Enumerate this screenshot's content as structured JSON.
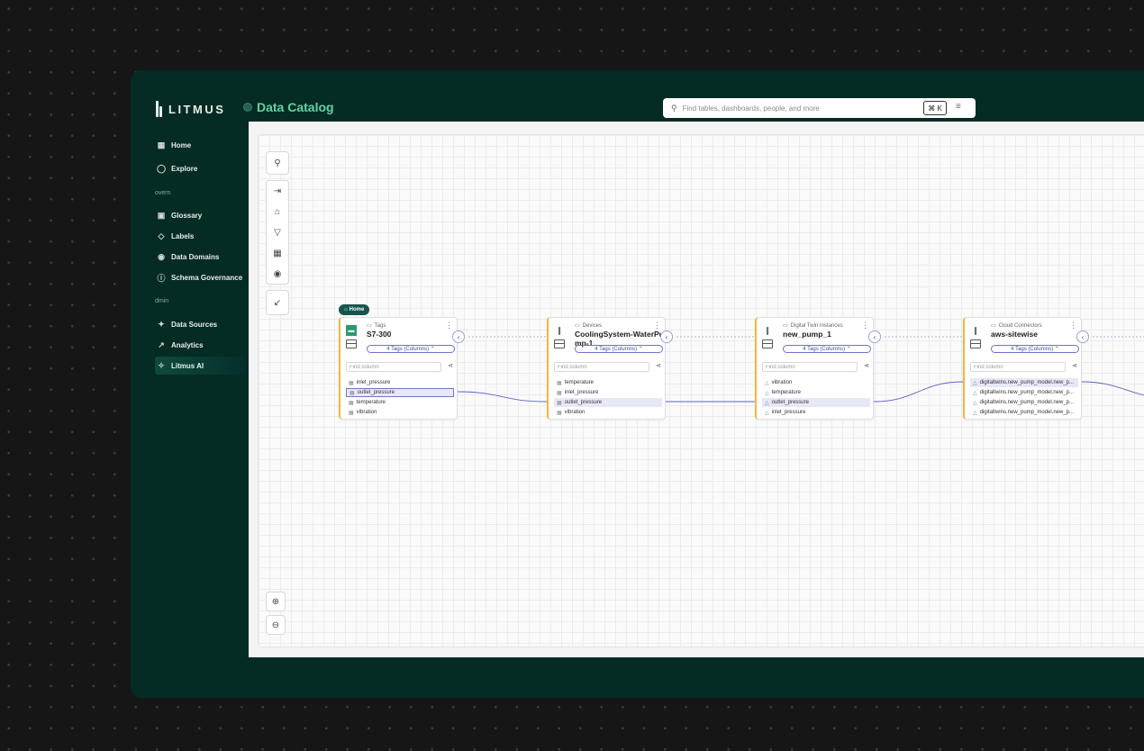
{
  "app": {
    "brand": "LITMUS",
    "page_title": "Data Catalog"
  },
  "search": {
    "placeholder": "Find tables, dashboards, people, and more",
    "shortcut": "⌘ K"
  },
  "sidebar": {
    "items": [
      {
        "label": "Home",
        "icon": "home-icon"
      },
      {
        "label": "Explore",
        "icon": "compass-icon"
      },
      {
        "label": "Glossary",
        "icon": "book-icon"
      },
      {
        "label": "Labels",
        "icon": "tag-icon"
      },
      {
        "label": "Data Domains",
        "icon": "globe-icon"
      },
      {
        "label": "Schema Governance",
        "icon": "info-icon"
      },
      {
        "label": "Data Sources",
        "icon": "plug-icon"
      },
      {
        "label": "Analytics",
        "icon": "chart-icon"
      },
      {
        "label": "Litmus AI",
        "icon": "sparkle-icon"
      }
    ],
    "sections": [
      "overn",
      "dmin"
    ],
    "active_item": "Litmus AI"
  },
  "lineage": {
    "home_badge": "Home",
    "find_placeholder": "Find column",
    "nodes": [
      {
        "type": "Tags",
        "title": "S7-300",
        "tags": "4 Tags (Columns) ⌃",
        "columns": [
          "inlet_pressure",
          "outlet_pressure",
          "temperature",
          "vibration"
        ],
        "highlighted": 1
      },
      {
        "type": "Devices",
        "title": "CoolingSystem-WaterPump-1",
        "tags": "4 Tags (Columns) ⌃",
        "columns": [
          "temperature",
          "inlet_pressure",
          "outlet_pressure",
          "vibration"
        ],
        "highlighted": 2
      },
      {
        "type": "Digital Twin Instances",
        "title": "new_pump_1",
        "tags": "4 Tags (Columns) ⌃",
        "columns": [
          "vibration",
          "temperature",
          "outlet_pressure",
          "inlet_pressure"
        ],
        "highlighted": 2
      },
      {
        "type": "Cloud Connectors",
        "title": "aws-sitewise",
        "tags": "4 Tags (Columns) ⌃",
        "columns": [
          "digitaltwins.new_pump_model.new_p...",
          "digitaltwins.new_pump_model.new_p...",
          "digitaltwins.new_pump_model.new_p...",
          "digitaltwins.new_pump_model.new_p..."
        ],
        "highlighted": 0
      }
    ]
  },
  "colors": {
    "app_bg": "#042b24",
    "accent": "#62d3a6",
    "node_border": "#f5b73b",
    "edge": "#5b64c7"
  }
}
